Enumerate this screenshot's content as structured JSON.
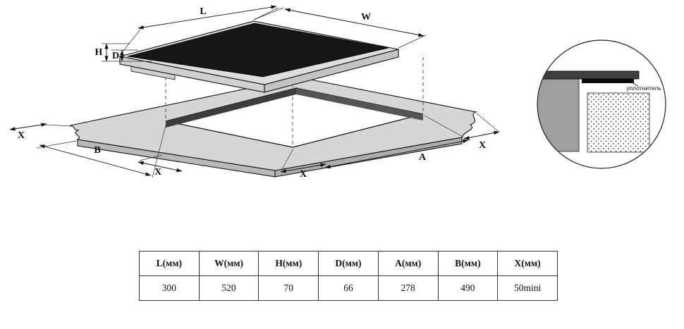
{
  "diagram": {
    "labels": {
      "L": "L",
      "W": "W",
      "H": "H",
      "D": "D",
      "A": "A",
      "B": "B",
      "X": "X"
    },
    "detail": {
      "gasket_label": "уплотнитель"
    }
  },
  "table": {
    "headers": [
      "L(мм)",
      "W(мм)",
      "H(мм)",
      "D(мм)",
      "A(мм)",
      "B(мм)",
      "X(мм)"
    ],
    "values": [
      "300",
      "520",
      "70",
      "66",
      "278",
      "490",
      "50mini"
    ]
  },
  "colors": {
    "line": "#1a1a1a",
    "glass_top": "#161616",
    "countertop": "#d6d6d6",
    "countertop_side": "#b9b9b9",
    "cutout_wall": "#3c3c3c",
    "detail_gray": "#9f9f9f"
  }
}
